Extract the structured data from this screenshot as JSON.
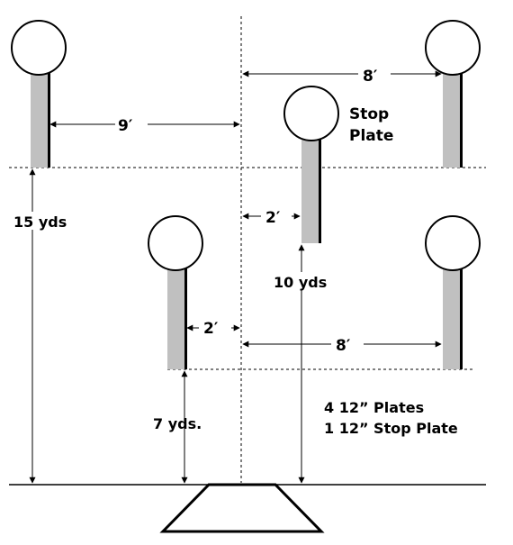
{
  "distances": {
    "left_plate_to_center": "9′",
    "right_plate_to_center_top": "8′",
    "stop_plate_offset": "2′",
    "near_left_offset": "2′",
    "near_right_to_center": "8′"
  },
  "ranges": {
    "far_line": "15 yds",
    "stop_plate_range": "10 yds",
    "near_line": "7 yds."
  },
  "labels": {
    "stop_plate_line1": "Stop",
    "stop_plate_line2": "Plate"
  },
  "notes": {
    "line1": "4 12” Plates",
    "line2": "1 12” Stop Plate"
  },
  "colors": {
    "post_fill": "#c0c0c0",
    "post_shadow": "#000000",
    "line": "#000000"
  }
}
